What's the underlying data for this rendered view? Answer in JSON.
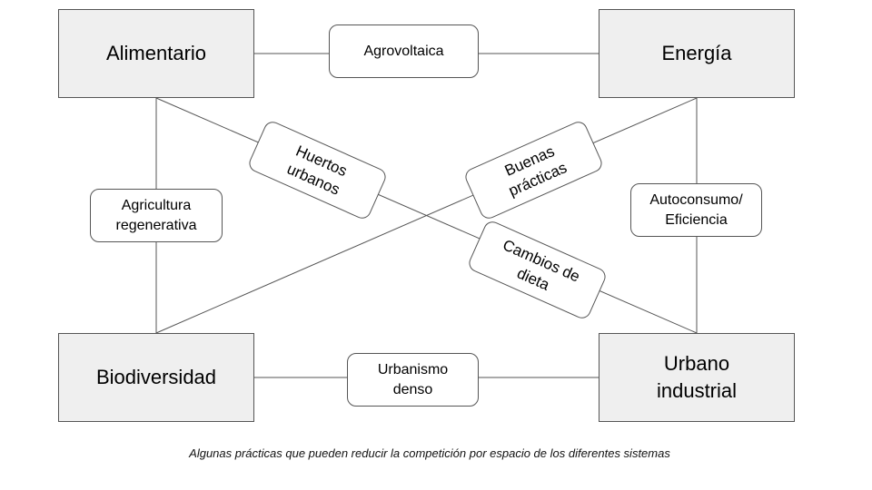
{
  "nodes": {
    "alimentario": "Alimentario",
    "energia": "Energía",
    "biodiversidad": "Biodiversidad",
    "urbano": "Urbano\nindustrial"
  },
  "links": {
    "agrovoltaica": "Agrovoltaica",
    "huertos": "Huertos\nurbanos",
    "buenas": "Buenas\nprácticas",
    "agricultura": "Agricultura\nregenerativa",
    "autoconsumo": "Autoconsumo/\nEficiencia",
    "cambios": "Cambios de\ndieta",
    "urbanismo": "Urbanismo\ndenso"
  },
  "caption": "Algunas prácticas que pueden reducir la competición por espacio de los diferentes sistemas"
}
